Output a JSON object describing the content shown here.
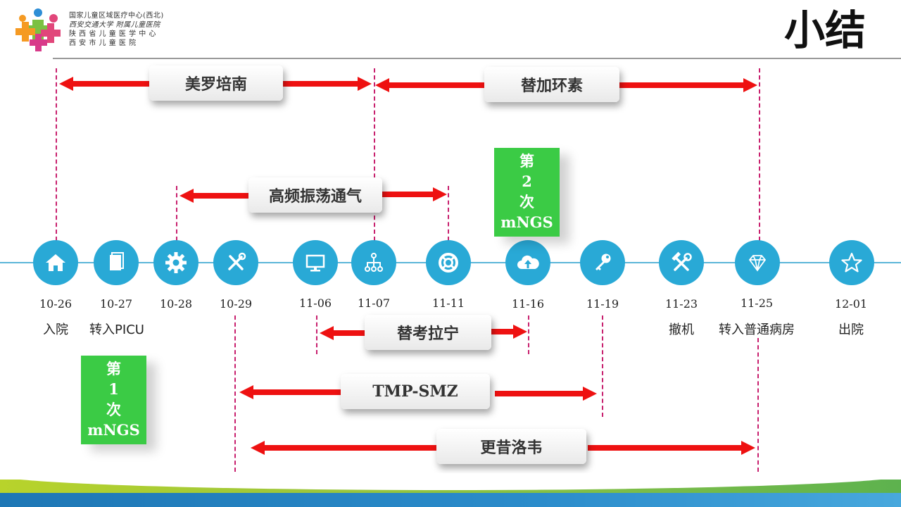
{
  "header": {
    "logo_lines": [
      "国家儿童区域医疗中心(西北)",
      "西安交通大学 附属儿童医院",
      "陕 西 省 儿 童 医 学 中 心",
      "西 安 市 儿 童 医 院"
    ],
    "title": "小结"
  },
  "timeline": {
    "nodes": [
      {
        "date": "10-26",
        "event": "入院",
        "icon": "home-icon"
      },
      {
        "date": "10-27",
        "event": "转入PICU",
        "icon": "documents-icon"
      },
      {
        "date": "10-28",
        "event": "",
        "icon": "gear-icon"
      },
      {
        "date": "10-29",
        "event": "",
        "icon": "tools-icon"
      },
      {
        "date": "11-06",
        "event": "",
        "icon": "monitor-icon"
      },
      {
        "date": "11-07",
        "event": "",
        "icon": "network-icon"
      },
      {
        "date": "11-11",
        "event": "",
        "icon": "lifebuoy-icon"
      },
      {
        "date": "11-16",
        "event": "",
        "icon": "cloud-upload-icon"
      },
      {
        "date": "11-19",
        "event": "",
        "icon": "key-icon"
      },
      {
        "date": "11-23",
        "event": "撤机",
        "icon": "hammer-wrench-icon"
      },
      {
        "date": "11-25",
        "event": "转入普通病房",
        "icon": "diamond-icon"
      },
      {
        "date": "12-01",
        "event": "出院",
        "icon": "star-icon"
      }
    ]
  },
  "treatments": [
    {
      "name": "美罗培南",
      "start": "10-26",
      "end": "11-07"
    },
    {
      "name": "替加环素",
      "start": "11-07",
      "end": "11-25"
    },
    {
      "name": "高频振荡通气",
      "start": "10-28",
      "end": "11-11"
    },
    {
      "name": "替考拉宁",
      "start": "11-06",
      "end": "11-16"
    },
    {
      "name": "TMP-SMZ",
      "start": "10-29",
      "end": "11-19"
    },
    {
      "name": "更昔洛韦",
      "start": "10-29",
      "end": "11-25"
    }
  ],
  "ngs_markers": [
    {
      "lines": [
        "第",
        "1",
        "次",
        "mNGS"
      ]
    },
    {
      "lines": [
        "第",
        "2",
        "次",
        "mNGS"
      ]
    }
  ],
  "colors": {
    "arrow": "#ee1111",
    "node": "#29a9d6",
    "dash": "#c8206e",
    "ngs": "#3bcb45",
    "timeline": "#5bb6d8"
  }
}
